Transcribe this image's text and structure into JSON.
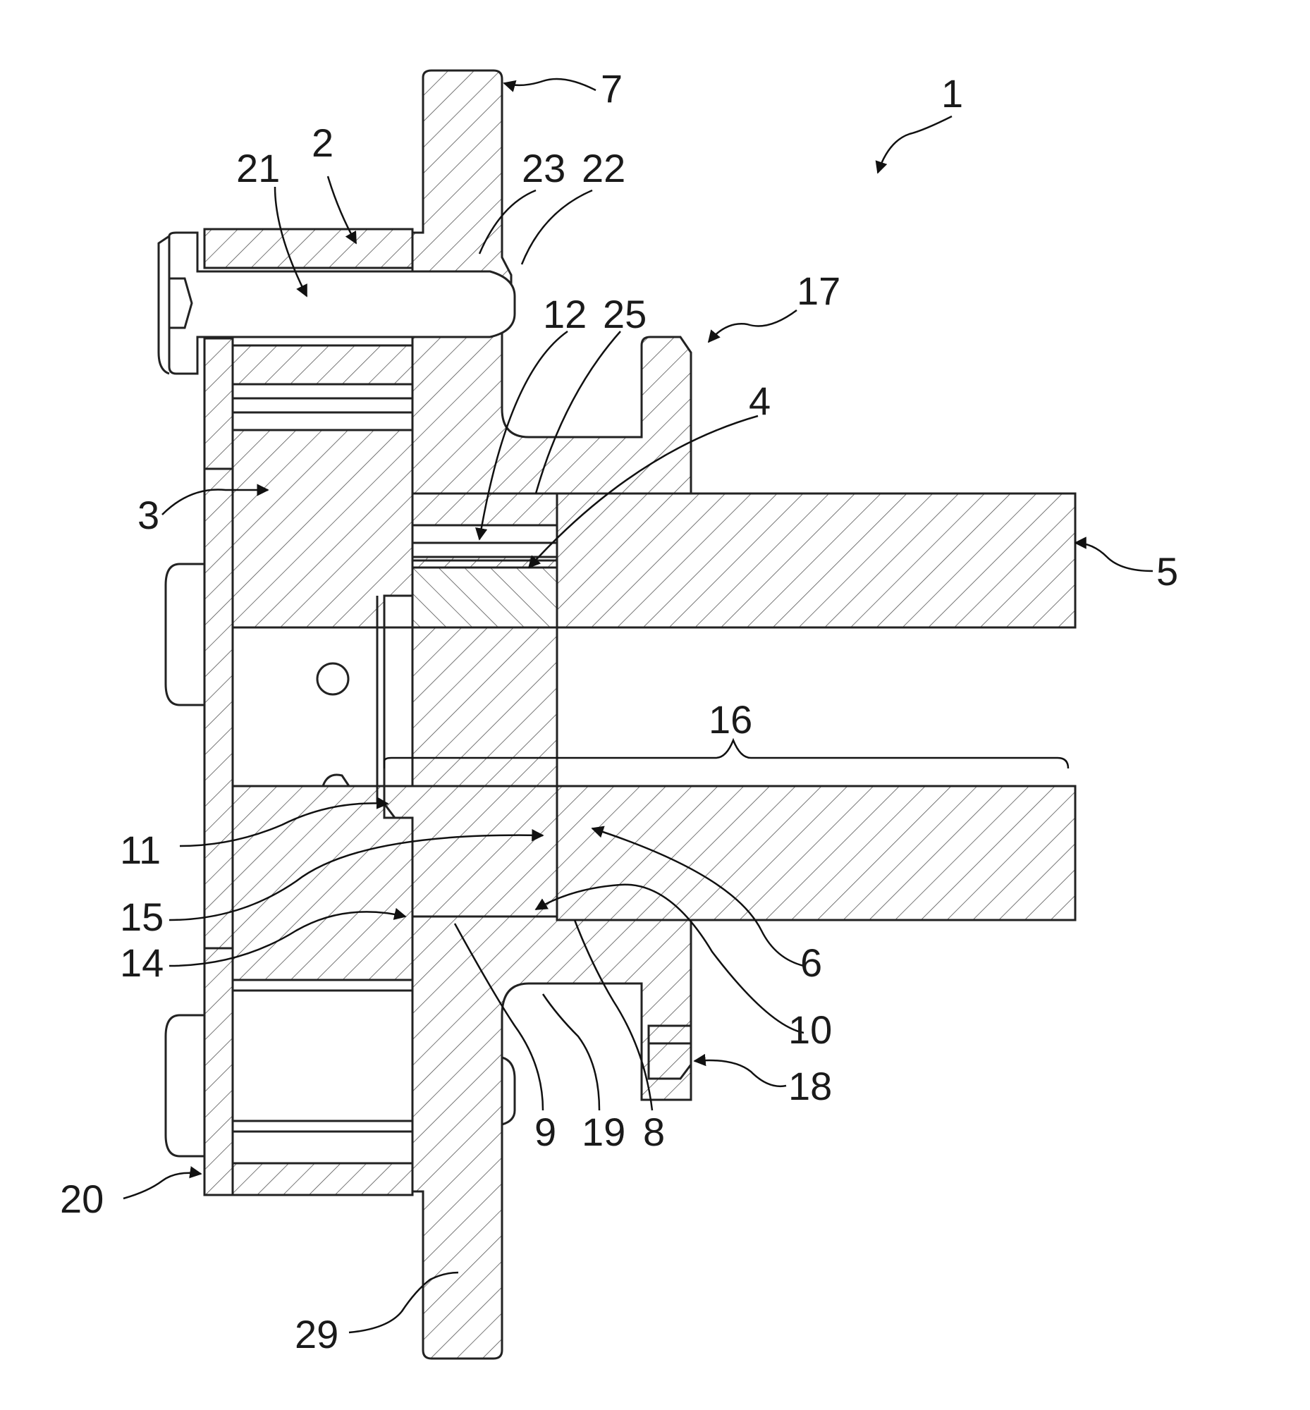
{
  "figure": {
    "labels": {
      "l1": "1",
      "l2": "2",
      "l3": "3",
      "l4": "4",
      "l5": "5",
      "l6": "6",
      "l7": "7",
      "l8": "8",
      "l9": "9",
      "l10": "10",
      "l11": "11",
      "l12": "12",
      "l14": "14",
      "l15": "15",
      "l16": "16",
      "l17": "17",
      "l18": "18",
      "l19": "19",
      "l20": "20",
      "l21": "21",
      "l22": "22",
      "l23": "23",
      "l25": "25",
      "l29": "29"
    }
  }
}
